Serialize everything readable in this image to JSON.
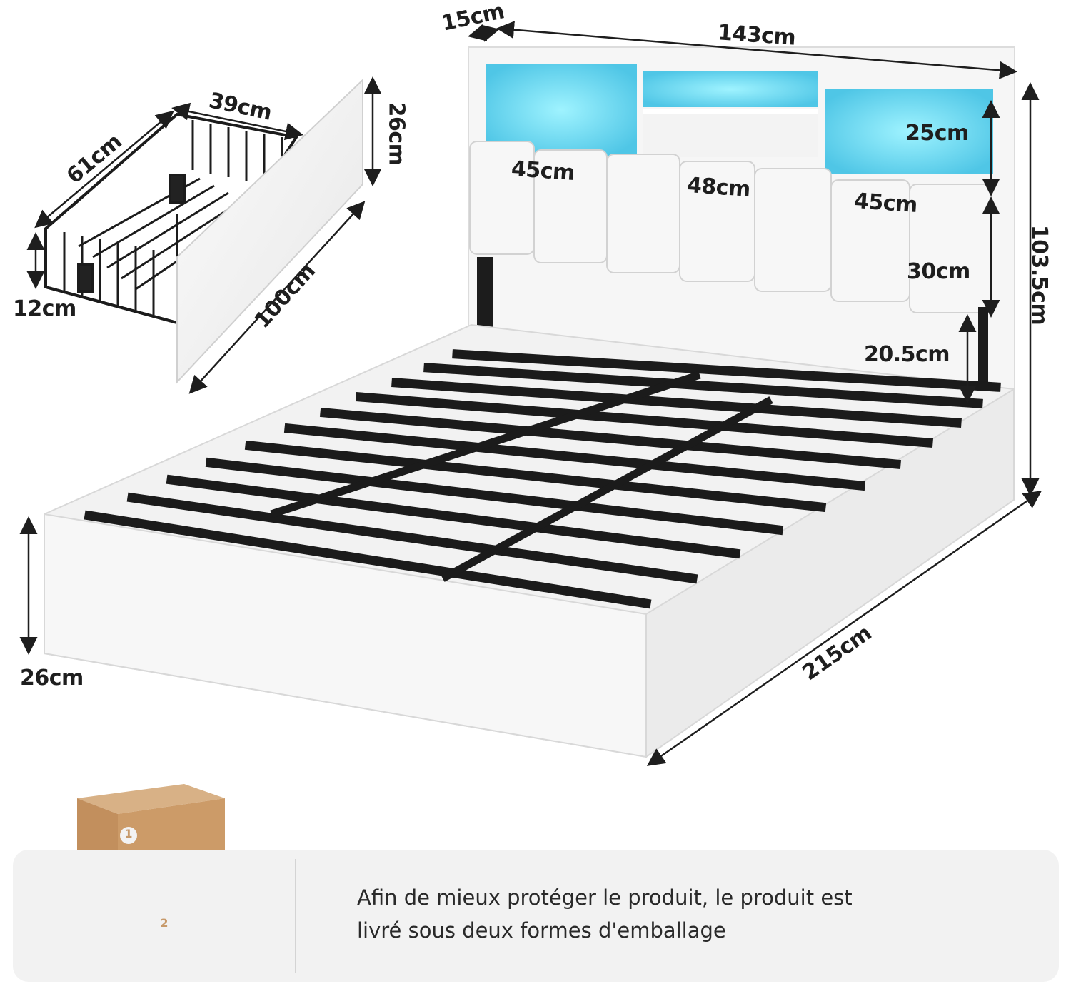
{
  "dimensions": {
    "headboard_depth": "15cm",
    "headboard_width": "143cm",
    "shelf_height": "25cm",
    "panel_left_width": "45cm",
    "panel_center_width": "48cm",
    "panel_right_width": "45cm",
    "panel_height": "30cm",
    "leg_clearance": "20.5cm",
    "total_height": "103.5cm",
    "frame_height": "26cm",
    "frame_length": "215cm",
    "drawer_width": "39cm",
    "drawer_depth": "61cm",
    "drawer_height": "12cm",
    "drawer_front_height": "26cm",
    "drawer_front_length": "100cm"
  },
  "packaging": {
    "box1_number": "1",
    "box2_number": "2",
    "note_line1": "Afin de mieux protéger le produit, le produit est",
    "note_line2": "livré sous deux formes d'emballage"
  },
  "colors": {
    "led": "#7fe6f7",
    "frame_white": "#f4f4f4",
    "metal": "#1c1c1c",
    "cardboard": "#c79a6b"
  }
}
